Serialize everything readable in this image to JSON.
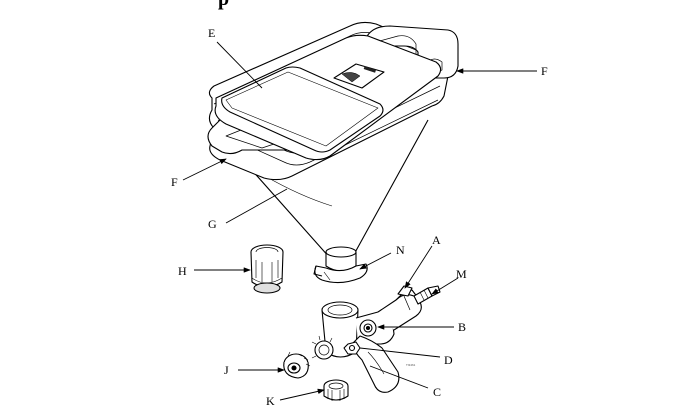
{
  "diagram": {
    "heading_fragment": "p",
    "figure_id": "TI3461",
    "callouts": [
      {
        "id": "A",
        "label": "A"
      },
      {
        "id": "B",
        "label": "B"
      },
      {
        "id": "C",
        "label": "C"
      },
      {
        "id": "D",
        "label": "D"
      },
      {
        "id": "E",
        "label": "E"
      },
      {
        "id": "F1",
        "label": "F"
      },
      {
        "id": "F2",
        "label": "F"
      },
      {
        "id": "G",
        "label": "G"
      },
      {
        "id": "H",
        "label": "H"
      },
      {
        "id": "J",
        "label": "J"
      },
      {
        "id": "K",
        "label": "K"
      },
      {
        "id": "M",
        "label": "M"
      },
      {
        "id": "N",
        "label": "N"
      }
    ],
    "colors": {
      "line": "#000000",
      "fill": "#ffffff",
      "shade": "#d9d9d9"
    }
  }
}
